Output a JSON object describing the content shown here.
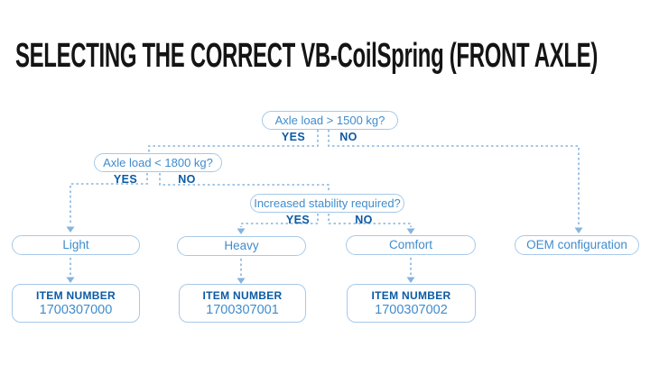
{
  "title": "SELECTING THE CORRECT VB-CoilSpring (FRONT AXLE)",
  "colors": {
    "title_text": "#141414",
    "dark_blue": "#0a5aa5",
    "medium_blue": "#3f8ccd",
    "border_blue": "#a7c9e9",
    "line_blue": "#85b3de"
  },
  "flowchart": {
    "decisions": [
      {
        "question": "Axle load > 1500 kg?",
        "yes_label": "YES",
        "no_label": "NO"
      },
      {
        "question": "Axle load < 1800 kg?",
        "yes_label": "YES",
        "no_label": "NO"
      },
      {
        "question": "Increased stability required?",
        "yes_label": "YES",
        "no_label": "NO"
      }
    ],
    "outcomes": [
      {
        "label": "Light",
        "item_label": "ITEM NUMBER",
        "item_number": "1700307000"
      },
      {
        "label": "Heavy",
        "item_label": "ITEM NUMBER",
        "item_number": "1700307001"
      },
      {
        "label": "Comfort",
        "item_label": "ITEM NUMBER",
        "item_number": "1700307002"
      },
      {
        "label": "OEM configuration"
      }
    ]
  }
}
